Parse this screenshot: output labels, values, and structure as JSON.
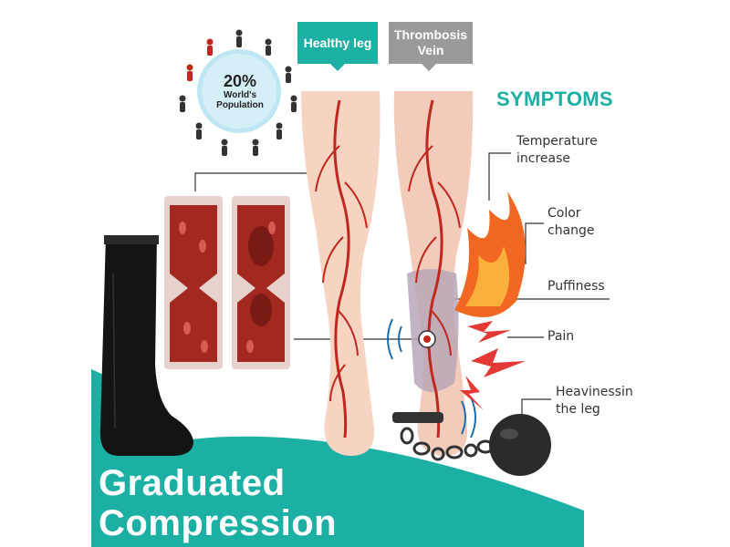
{
  "tags": {
    "healthy": "Healthy leg",
    "thrombosis": "Thrombosis Vein"
  },
  "population": {
    "percent": "20%",
    "label": "World's Population"
  },
  "symptoms": {
    "title": "SYMPTOMS",
    "items": [
      "Temperature increase",
      "Color change",
      "Puffiness",
      "Pain",
      "Heavinessin the leg"
    ]
  },
  "banner": {
    "line1": "Graduated",
    "line2": "Compression"
  },
  "colors": {
    "teal": "#1bb0a3",
    "gray": "#9a9a9a",
    "vein": "#c0281e",
    "skin": "#f7d3c2",
    "flame": "#f26722"
  }
}
